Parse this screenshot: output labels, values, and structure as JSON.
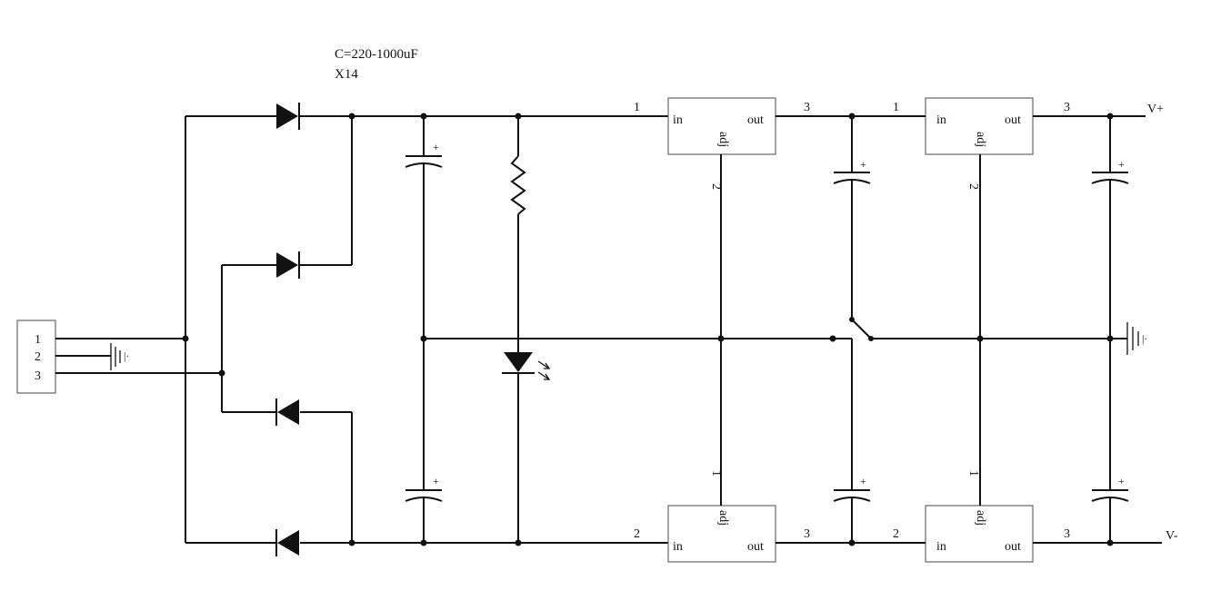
{
  "annotation": {
    "capacitance": "C=220-1000uF",
    "multiplier": "X14"
  },
  "connector": {
    "pins": [
      "1",
      "2",
      "3"
    ]
  },
  "ground_symbol_mark": "|·",
  "capacitor_polarity": "+",
  "regulators": {
    "in_label": "in",
    "out_label": "out",
    "adj_label": "adj",
    "pos": {
      "in_pin": "1",
      "out_pin": "3",
      "adj_pin": "2"
    },
    "neg": {
      "in_pin": "2",
      "out_pin": "3",
      "adj_pin": "1"
    }
  },
  "outputs": {
    "positive": "V+",
    "negative": "V-"
  }
}
